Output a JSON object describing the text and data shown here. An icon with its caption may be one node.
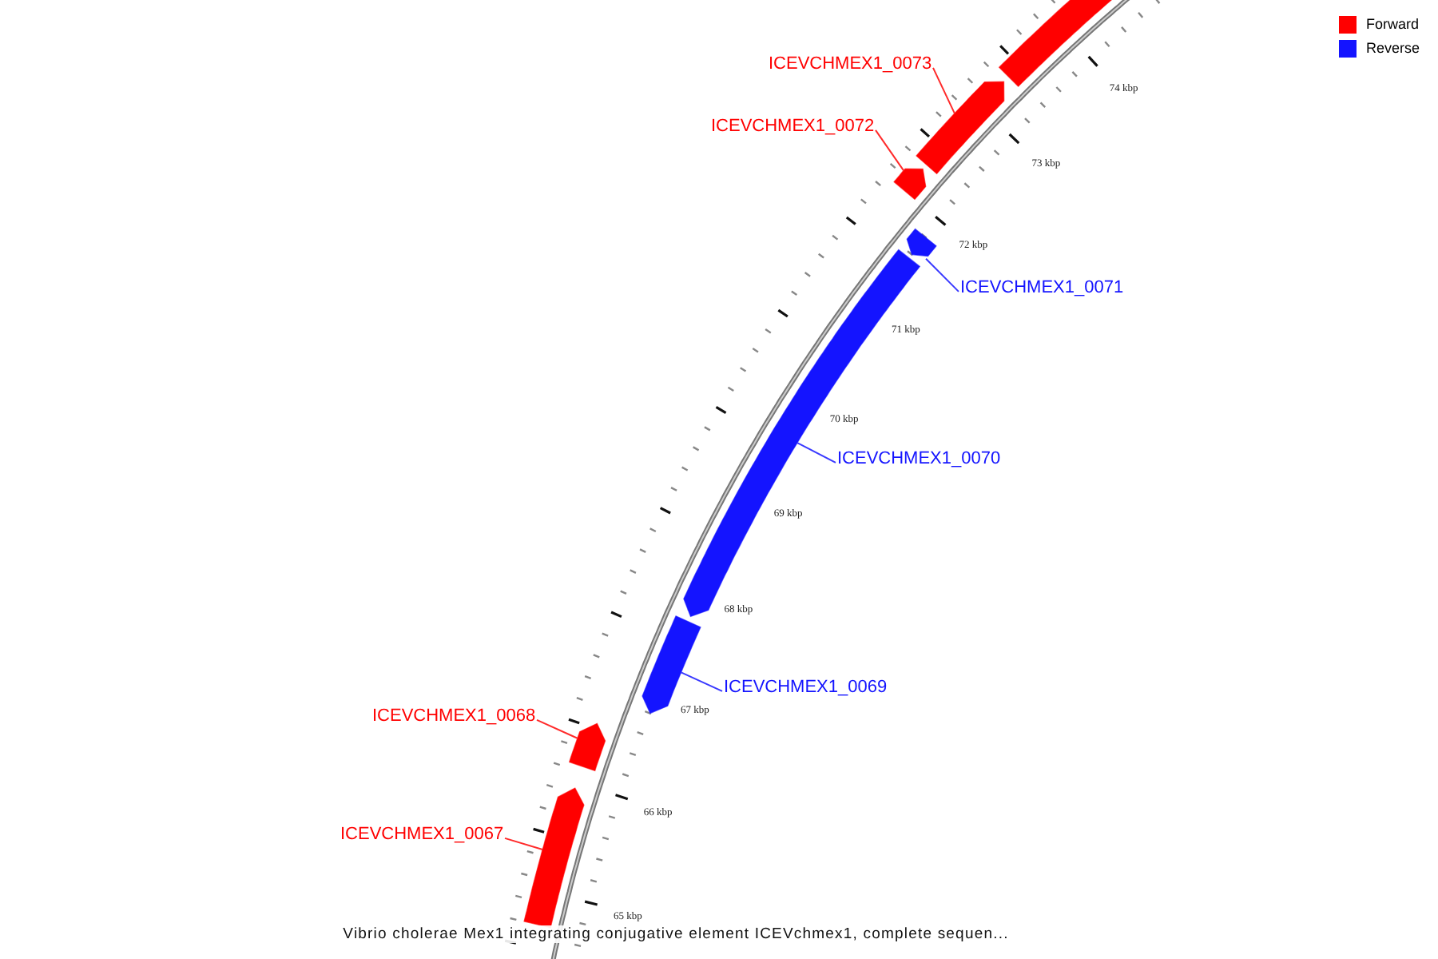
{
  "diagram": {
    "caption": "Vibrio cholerae Mex1 integrating conjugative element ICEVchmex1, complete sequen...",
    "nodes": [
      {
        "text": [],
        "shape": "arrow"
      },
      {
        "text": [
          "ICEVCHMEX1_0073"
        ]
      },
      {
        "text": [],
        "shape": "arrow"
      },
      {
        "text": [
          "ICEVCHMEX1_0072"
        ]
      },
      {
        "text": [],
        "shape": "arrow"
      },
      {
        "text": [],
        "shape": "arrow"
      },
      {
        "text": [
          "ICEVCHMEX1_0071"
        ]
      },
      {
        "text": [],
        "shape": "arrow"
      },
      {
        "text": [
          "ICEVCHMEX1_0070"
        ]
      },
      {
        "text": [],
        "shape": "arrow"
      },
      {
        "text": [
          "ICEVCHMEX1_0069"
        ]
      },
      {
        "text": [
          "ICEVCHMEX1_0068"
        ]
      },
      {
        "text": [],
        "shape": "arrow"
      },
      {
        "text": [
          "ICEVCHMEX1_0067"
        ]
      },
      {
        "text": [],
        "shape": "arrow"
      }
    ],
    "edges": [
      {
        "from": 1,
        "to": 2,
        "arrow": "none"
      },
      {
        "from": 3,
        "to": 4,
        "arrow": "none"
      },
      {
        "from": 6,
        "to": 5,
        "arrow": "none",
        "color": "#3a3aff"
      },
      {
        "from": 8,
        "to": 7,
        "arrow": "none",
        "color": "#3a3aff"
      },
      {
        "from": 10,
        "to": 9,
        "arrow": "none",
        "color": "#3a3aff"
      },
      {
        "from": 11,
        "to": 12,
        "arrow": "none"
      },
      {
        "from": 13,
        "to": 14,
        "arrow": "none"
      }
    ],
    "labels": [
      "74 kbp",
      "73 kbp",
      "72 kbp",
      "71 kbp",
      "70 kbp",
      "69 kbp",
      "68 kbp",
      "67 kbp",
      "66 kbp",
      "65 kbp"
    ],
    "legend": [
      {
        "text": "Forward",
        "color": "#ff0000"
      },
      {
        "text": "Reverse",
        "color": "#1414ff"
      }
    ]
  }
}
